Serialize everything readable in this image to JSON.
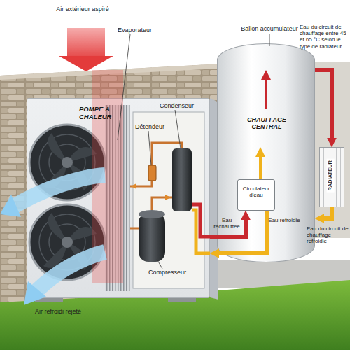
{
  "diagram": {
    "nodes": [
      {
        "text": [
          "POMPE À CHALEUR"
        ]
      },
      {
        "text": [
          "CHAUFFAGE CENTRAL"
        ]
      },
      {
        "text": [
          "Circulateur d'eau"
        ],
        "in": 1
      },
      {
        "text": [
          "RADIATEUR"
        ]
      }
    ],
    "edges": [
      {
        "from": 0,
        "to": 2,
        "arrow": "to"
      },
      {
        "from": 2,
        "to": 0,
        "arrow": "to"
      },
      {
        "from": 1,
        "to": 3,
        "arrow": "to"
      },
      {
        "from": 3,
        "to": 1,
        "arrow": "to"
      }
    ],
    "labels": [
      "Air extérieur aspiré",
      "Evaporateur",
      "Ballon accumulateur",
      "Eau du circuit de chauffage entre 45 et 65 °C selon le type de radiateur",
      "Condenseur",
      "Détendeur",
      "Eau réchauffée",
      "Eau refroidie",
      "Eau du circuit de chauffage refroidie",
      "Compresseur",
      "Air refroidi rejeté"
    ]
  }
}
